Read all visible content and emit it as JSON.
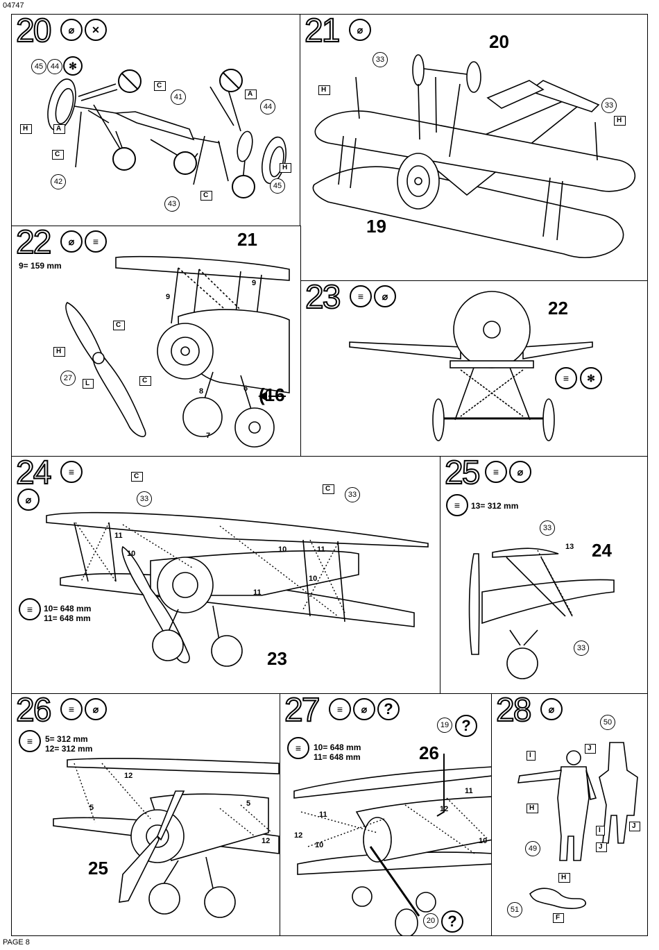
{
  "header": {
    "code": "04747"
  },
  "footer": {
    "page": "PAGE 8"
  },
  "steps": [
    {
      "id": "20",
      "labels": {
        "p41": "41",
        "p44a": "44",
        "p44b": "44",
        "p45a": "45",
        "p45b": "45",
        "p42": "42",
        "p43": "43"
      },
      "tags": {
        "c1": "C",
        "a1": "A",
        "h1": "H",
        "c2": "C",
        "a2": "A",
        "h2": "H",
        "c3": "C"
      }
    },
    {
      "id": "21",
      "big": {
        "a": "20",
        "b": "19"
      },
      "labels": {
        "p33a": "33",
        "p33b": "33"
      },
      "tags": {
        "h1": "H",
        "h2": "H"
      }
    },
    {
      "id": "22",
      "big": {
        "a": "21",
        "b": "(16"
      },
      "measure": "9= 159 mm",
      "labels": {
        "p27": "27"
      },
      "tags": {
        "c1": "C",
        "h1": "H",
        "l1": "L",
        "c2": "C"
      },
      "parts": {
        "n9a": "9",
        "n9b": "9",
        "n8": "8",
        "n6": "6",
        "n7": "7"
      }
    },
    {
      "id": "23",
      "big": {
        "a": "22"
      }
    },
    {
      "id": "24",
      "big": {
        "a": "23"
      },
      "measure": [
        "10= 648 mm",
        "11= 648 mm"
      ],
      "labels": {
        "p33a": "33",
        "p33b": "33"
      },
      "tags": {
        "c1": "C",
        "c2": "C"
      },
      "parts": {
        "n11a": "11",
        "n10a": "10",
        "n10b": "10",
        "n11b": "11",
        "n10c": "10",
        "n11c": "11"
      }
    },
    {
      "id": "25",
      "big": {
        "a": "24"
      },
      "measure": "13= 312 mm",
      "labels": {
        "p33a": "33",
        "p33b": "33"
      },
      "parts": {
        "n13": "13"
      }
    },
    {
      "id": "26",
      "big": {
        "a": "25"
      },
      "measure": [
        "5= 312 mm",
        "12= 312 mm"
      ],
      "parts": {
        "n12a": "12",
        "n5a": "5",
        "n5b": "5",
        "n12b": "12"
      }
    },
    {
      "id": "27",
      "big": {
        "a": "26"
      },
      "measure": [
        "10= 648 mm",
        "11= 648 mm"
      ],
      "labels": {
        "p19": "19",
        "p20": "20"
      },
      "parts": {
        "n11a": "11",
        "n11b": "11",
        "n12a": "12",
        "n12b": "12",
        "n10a": "10",
        "n10b": "10"
      }
    },
    {
      "id": "28",
      "labels": {
        "p50": "50",
        "p49": "49",
        "p51": "51"
      },
      "tags": {
        "i1": "I",
        "j1": "J",
        "h1": "H",
        "i2": "I",
        "j2": "J",
        "h2": "H",
        "j3": "J",
        "f1": "F"
      }
    }
  ],
  "icons": {
    "glue": "glue-tube-icon",
    "thread": "thread-spool-icon",
    "nonglue": "no-glue-icon",
    "paint": "paint-asterisk-icon",
    "optional": "question-icon"
  },
  "glyphs": {
    "asterisk": "✻",
    "question": "?"
  }
}
